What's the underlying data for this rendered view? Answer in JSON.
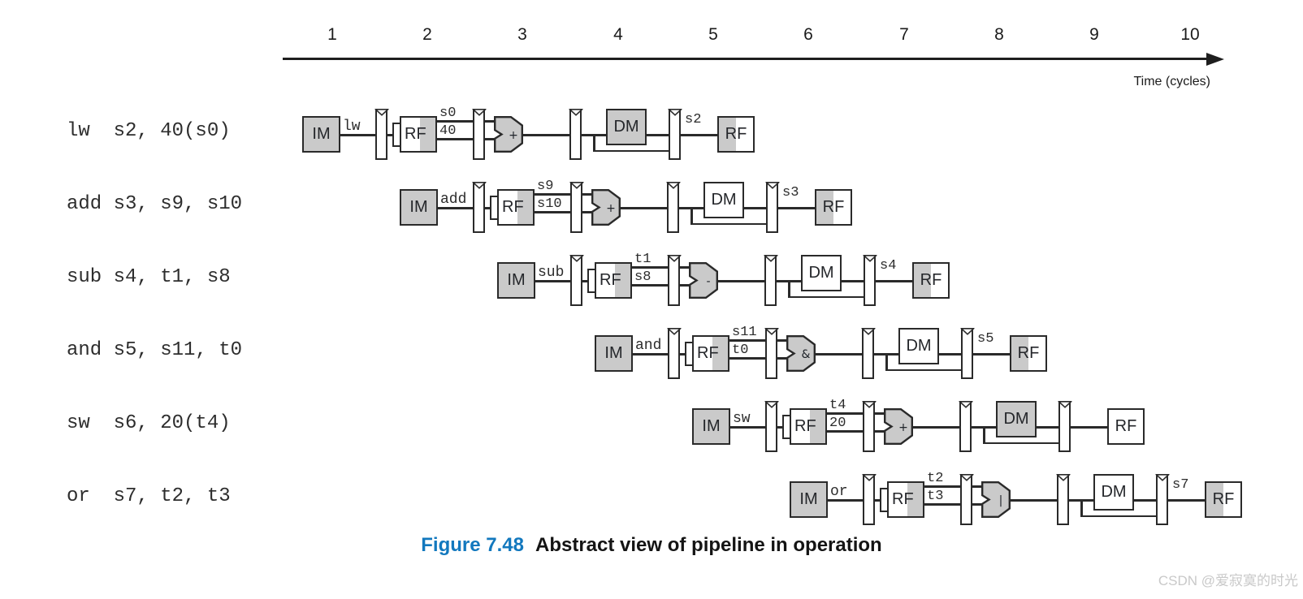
{
  "time_axis": {
    "ticks": [
      "1",
      "2",
      "3",
      "4",
      "5",
      "6",
      "7",
      "8",
      "9",
      "10"
    ],
    "label": "Time (cycles)"
  },
  "units": {
    "im": "IM",
    "rf": "RF",
    "dm": "DM"
  },
  "colors": {
    "active_fill": "#cacaca",
    "inactive_fill": "#ffffff",
    "line": "#2a2a2a",
    "caption_accent": "#1278be",
    "watermark_text": "#c9c9c9"
  },
  "rows": [
    {
      "instruction": "lw  s2, 40(s0)",
      "mnemonic": "lw",
      "operand_top": "s0",
      "operand_bottom": "40",
      "alu_op": "+",
      "result": "s2",
      "memory_access": true,
      "register_writeback": true
    },
    {
      "instruction": "add s3, s9, s10",
      "mnemonic": "add",
      "operand_top": "s9",
      "operand_bottom": "s10",
      "alu_op": "+",
      "result": "s3",
      "memory_access": false,
      "register_writeback": true
    },
    {
      "instruction": "sub s4, t1, s8",
      "mnemonic": "sub",
      "operand_top": "t1",
      "operand_bottom": "s8",
      "alu_op": "-",
      "result": "s4",
      "memory_access": false,
      "register_writeback": true
    },
    {
      "instruction": "and s5, s11, t0",
      "mnemonic": "and",
      "operand_top": "s11",
      "operand_bottom": "t0",
      "alu_op": "&",
      "result": "s5",
      "memory_access": false,
      "register_writeback": true
    },
    {
      "instruction": "sw  s6, 20(t4)",
      "mnemonic": "sw",
      "operand_top": "t4",
      "operand_bottom": "20",
      "alu_op": "+",
      "memory_access": true,
      "register_writeback": false
    },
    {
      "instruction": "or  s7, t2, t3",
      "mnemonic": "or",
      "operand_top": "t2",
      "operand_bottom": "t3",
      "alu_op": "|",
      "result": "s7",
      "memory_access": false,
      "register_writeback": true
    }
  ],
  "caption": {
    "figure_number": "Figure 7.48",
    "title": "Abstract view of pipeline in operation"
  },
  "watermark": "CSDN @爱寂寞的时光"
}
